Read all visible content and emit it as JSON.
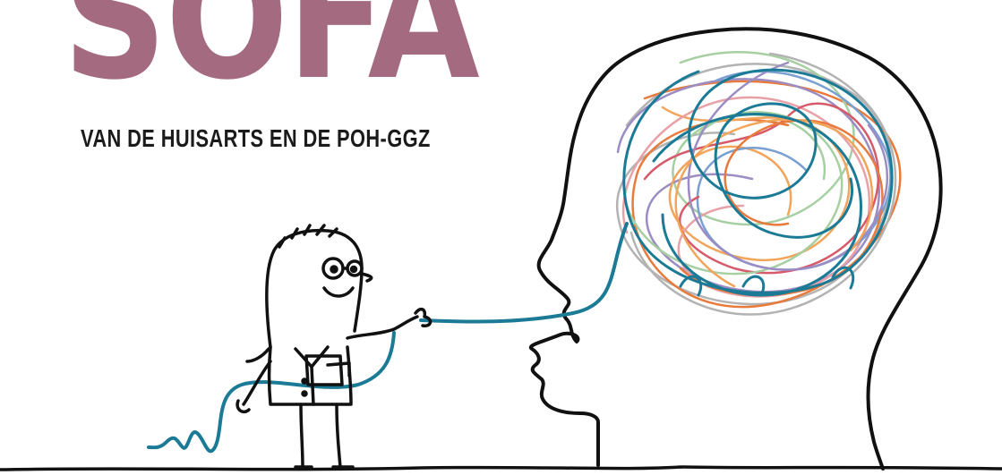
{
  "header": {
    "title": "SOFA",
    "subtitle": "VAN DE HUISARTS EN DE POH-GGZ"
  },
  "illustration": {
    "subject": "cartoon-doctor-with-stethoscope-listening-to-head",
    "colors": {
      "title": "#a46a80",
      "outline": "#111111",
      "stethoscope": "#1b7b96",
      "tangle": [
        "#1b7b96",
        "#e87a3c",
        "#f2a55a",
        "#9b8cc4",
        "#a6cfa2",
        "#e8a1a7",
        "#b3b3b3",
        "#7a9fd1",
        "#d65a6a"
      ]
    }
  }
}
